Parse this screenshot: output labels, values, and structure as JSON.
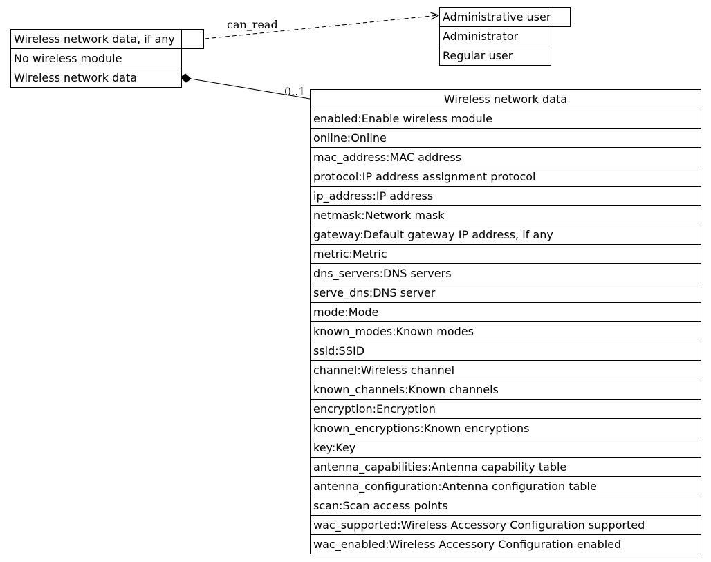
{
  "source_node": {
    "rows": [
      "Wireless network data, if any",
      "No wireless module",
      "Wireless network data"
    ]
  },
  "roles_node": {
    "rows": [
      "Administrative user",
      "Administrator",
      "Regular user"
    ]
  },
  "target_node": {
    "title": "Wireless network data",
    "fields": [
      "enabled:Enable wireless module",
      "online:Online",
      "mac_address:MAC address",
      "protocol:IP address assignment protocol",
      "ip_address:IP address",
      "netmask:Network mask",
      "gateway:Default gateway IP address, if any",
      "metric:Metric",
      "dns_servers:DNS servers",
      "serve_dns:DNS server",
      "mode:Mode",
      "known_modes:Known modes",
      "ssid:SSID",
      "channel:Wireless channel",
      "known_channels:Known channels",
      "encryption:Encryption",
      "known_encryptions:Known encryptions",
      "key:Key",
      "antenna_capabilities:Antenna capability table",
      "antenna_configuration:Antenna configuration table",
      "scan:Scan access points",
      "wac_supported:Wireless Accessory Configuration supported",
      "wac_enabled:Wireless Accessory Configuration enabled"
    ]
  },
  "edges": {
    "access_label": "can_read",
    "multiplicity_label": "0..1"
  }
}
